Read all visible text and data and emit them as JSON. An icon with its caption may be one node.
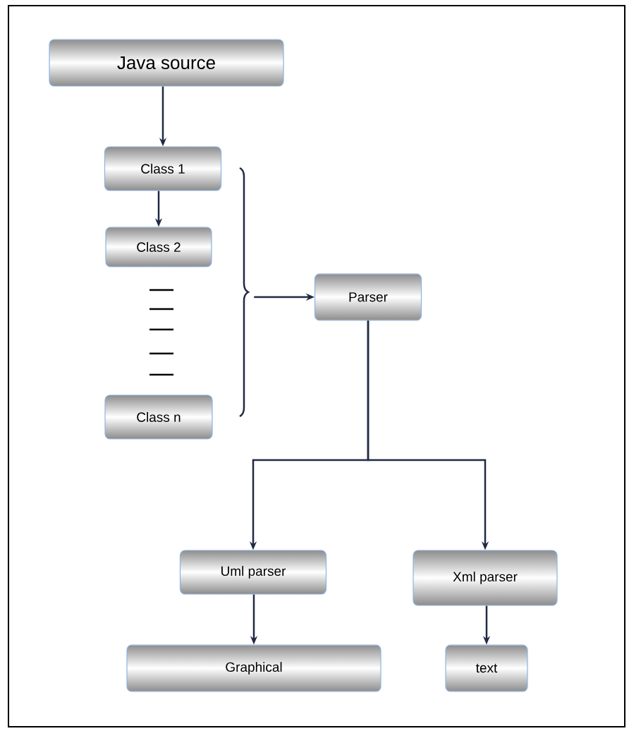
{
  "diagram": {
    "nodes": [
      {
        "text": [
          "Java source"
        ]
      },
      {
        "text": [
          "Class 1"
        ]
      },
      {
        "text": [
          "Class 2"
        ]
      },
      {
        "text": [
          "Class n"
        ]
      },
      {
        "text": [],
        "shape": "brace"
      },
      {
        "text": [
          "Parser"
        ]
      },
      {
        "text": [
          "Uml parser"
        ]
      },
      {
        "text": [
          "Xml parser"
        ]
      },
      {
        "text": [
          "Graphical"
        ]
      },
      {
        "text": [
          "text"
        ]
      }
    ],
    "edges": [
      {
        "from": 0,
        "to": 1,
        "arrow": "to"
      },
      {
        "from": 1,
        "to": 2,
        "arrow": "to"
      },
      {
        "from": 4,
        "to": 5,
        "arrow": "to"
      },
      {
        "from": 5,
        "to": 6,
        "arrow": "to"
      },
      {
        "from": 5,
        "to": 7,
        "arrow": "to"
      },
      {
        "from": 6,
        "to": 8,
        "arrow": "to"
      },
      {
        "from": 7,
        "to": 9,
        "arrow": "to"
      }
    ]
  }
}
